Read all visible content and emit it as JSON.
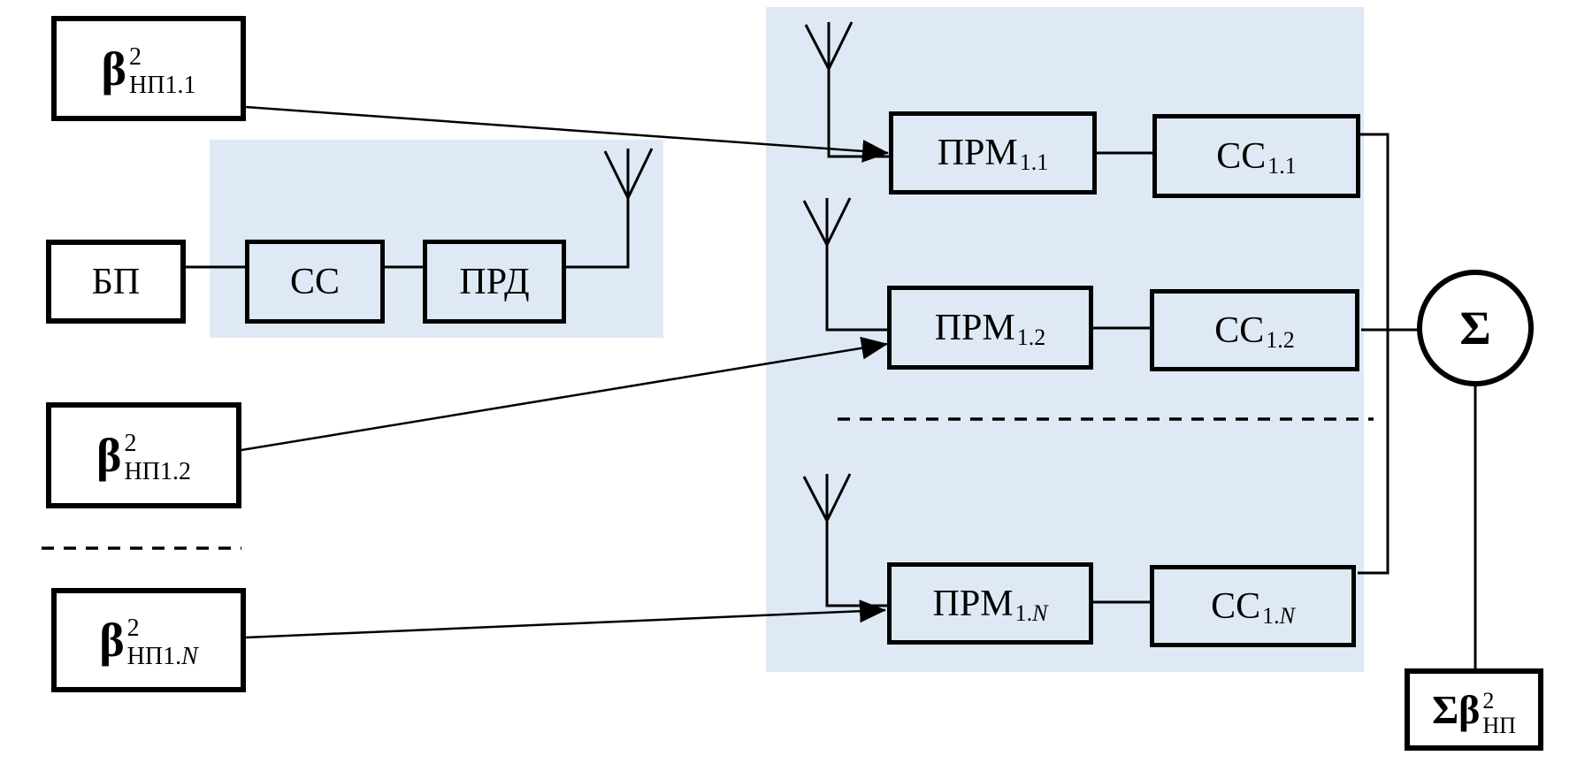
{
  "palette": {
    "region_fill": "#dfe9f5",
    "line_color": "#000000",
    "box_fill": "#ffffff",
    "canvas_bg": "#ffffff"
  },
  "boxes": {
    "beta11": {
      "base": "β",
      "sup": "2",
      "sub": "НП1.1"
    },
    "beta12": {
      "base": "β",
      "sup": "2",
      "sub": "НП1.2"
    },
    "beta1n": {
      "base": "β",
      "sup": "2",
      "sub_prefix": "НП1.",
      "sub_italic": "N"
    },
    "bp": {
      "label": "БП"
    },
    "cc_tx": {
      "label": "СС"
    },
    "prd": {
      "label": "ПРД"
    },
    "prm11": {
      "label": "ПРМ",
      "sub": "1.1"
    },
    "prm12": {
      "label": "ПРМ",
      "sub": "1.2"
    },
    "prm1n": {
      "label": "ПРМ",
      "sub_prefix": "1.",
      "sub_italic": "N"
    },
    "cc11": {
      "label": "СС",
      "sub": "1.1"
    },
    "cc12": {
      "label": "СС",
      "sub": "1.2"
    },
    "cc1n": {
      "label": "СС",
      "sub_prefix": "1.",
      "sub_italic": "N"
    },
    "sum": {
      "label": "Σ"
    },
    "sum_beta": {
      "base": "Σβ",
      "sup": "2",
      "sub": "НП"
    }
  }
}
